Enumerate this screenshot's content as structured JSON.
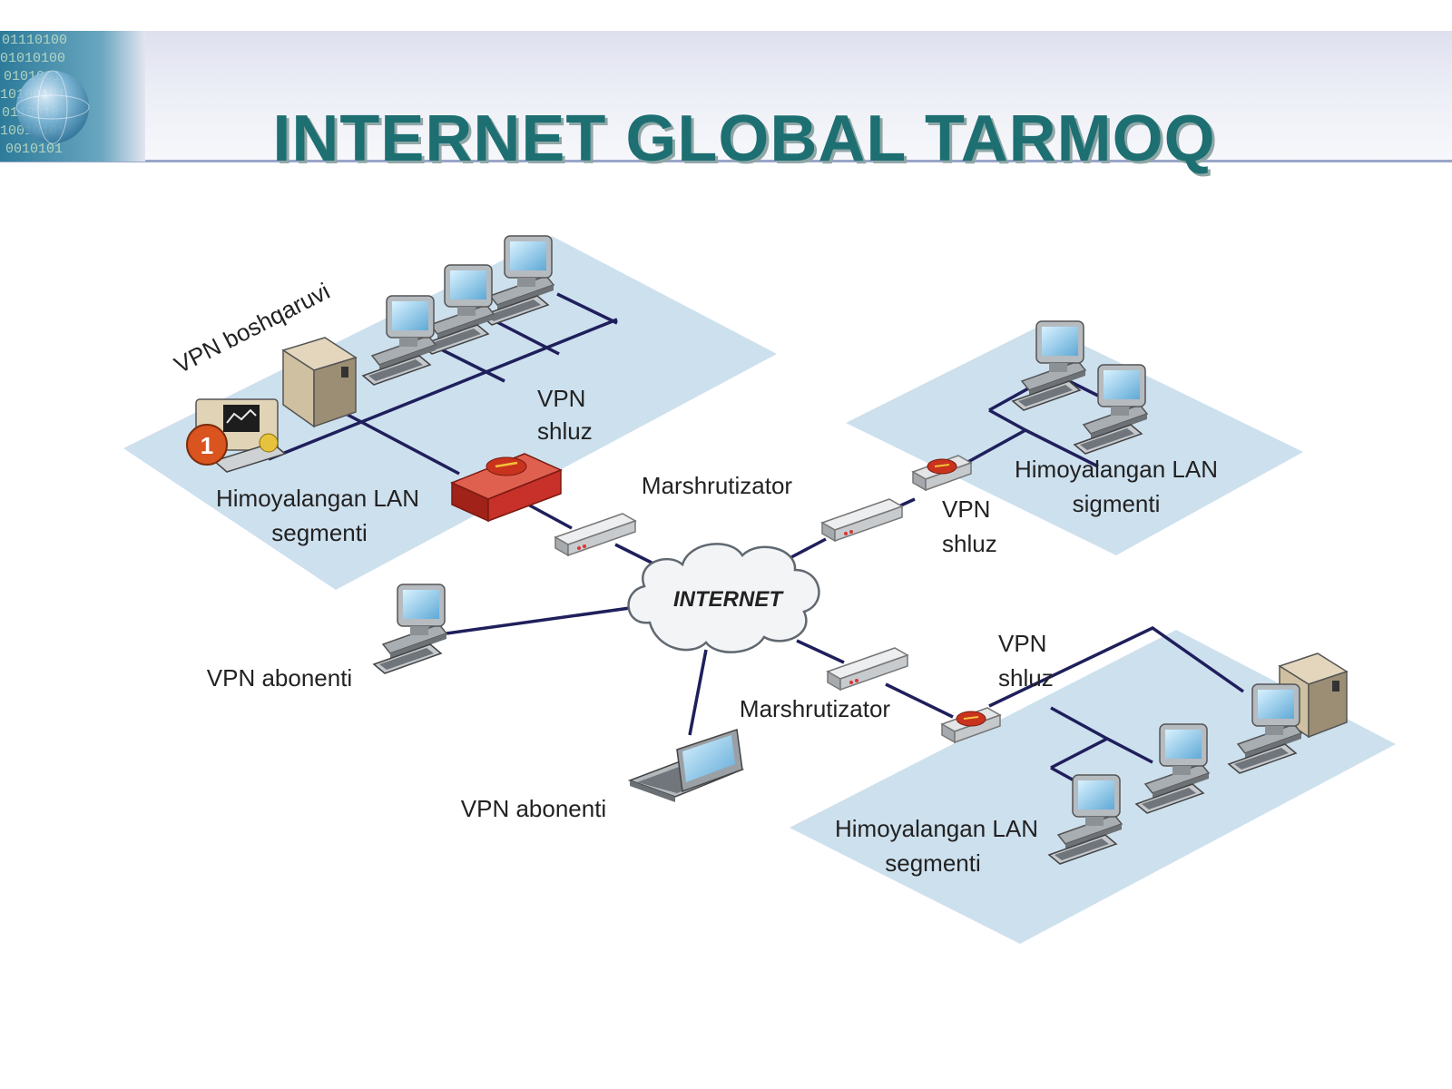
{
  "slide": {
    "title": "INTERNET GLOBAL TARMOQ"
  },
  "colors": {
    "title": "#1d6f72",
    "lan_panel": "#cde0ee",
    "link": "#1f1f5c",
    "vpn_gateway": "#c8302a"
  },
  "diagram": {
    "cloud_label": "INTERNET",
    "labels": {
      "vpn_management": "VPN boshqaruvi",
      "gateway_top_left_1": "VPN",
      "gateway_top_left_2": "shluz",
      "lan_top_left_1": "Himoyalangan LAN",
      "lan_top_left_2": "segmenti",
      "router_top": "Marshrutizator",
      "gateway_top_right_1": "VPN",
      "gateway_top_right_2": "shluz",
      "lan_top_right_1": "Himoyalangan LAN",
      "lan_top_right_2": "sigmenti",
      "subscriber_desktop": "VPN abonenti",
      "router_bottom": "Marshrutizator",
      "gateway_bottom_right_1": "VPN",
      "gateway_bottom_right_2": "shluz",
      "subscriber_laptop": "VPN abonenti",
      "lan_bottom_right_1": "Himoyalangan LAN",
      "lan_bottom_right_2": "segmenti",
      "management_badge": "1"
    }
  }
}
